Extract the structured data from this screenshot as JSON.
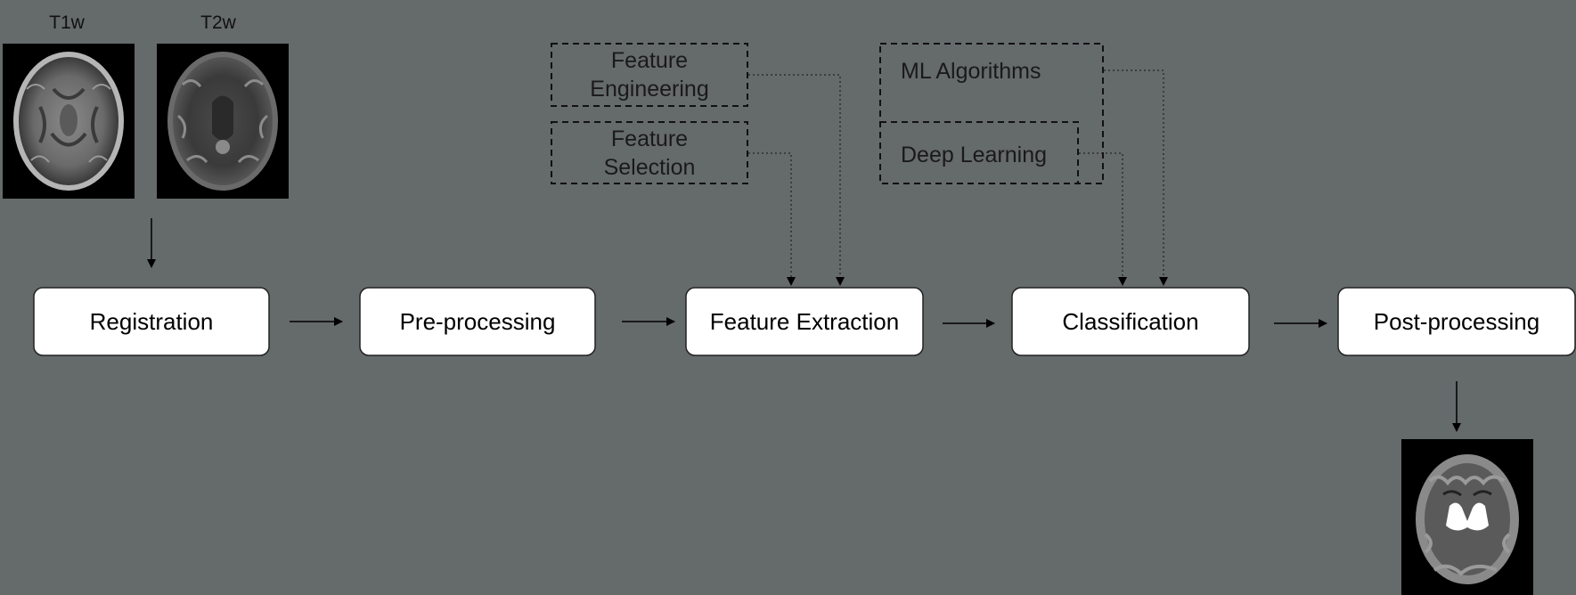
{
  "input_images": [
    {
      "label": "T1w",
      "kind": "t1"
    },
    {
      "label": "T2w",
      "kind": "t2"
    }
  ],
  "pipeline": [
    {
      "id": "registration",
      "label": "Registration"
    },
    {
      "id": "preprocessing",
      "label": "Pre-processing"
    },
    {
      "id": "feature-extraction",
      "label": "Feature Extraction"
    },
    {
      "id": "classification",
      "label": "Classification"
    },
    {
      "id": "postprocessing",
      "label": "Post-processing"
    }
  ],
  "feature_methods": {
    "engineering": [
      "Feature",
      "Engineering"
    ],
    "selection": [
      "Feature",
      "Selection"
    ]
  },
  "classifier_methods": {
    "ml": "ML Algorithms",
    "dl": "Deep Learning"
  },
  "output_image": {
    "kind": "segmentation"
  }
}
